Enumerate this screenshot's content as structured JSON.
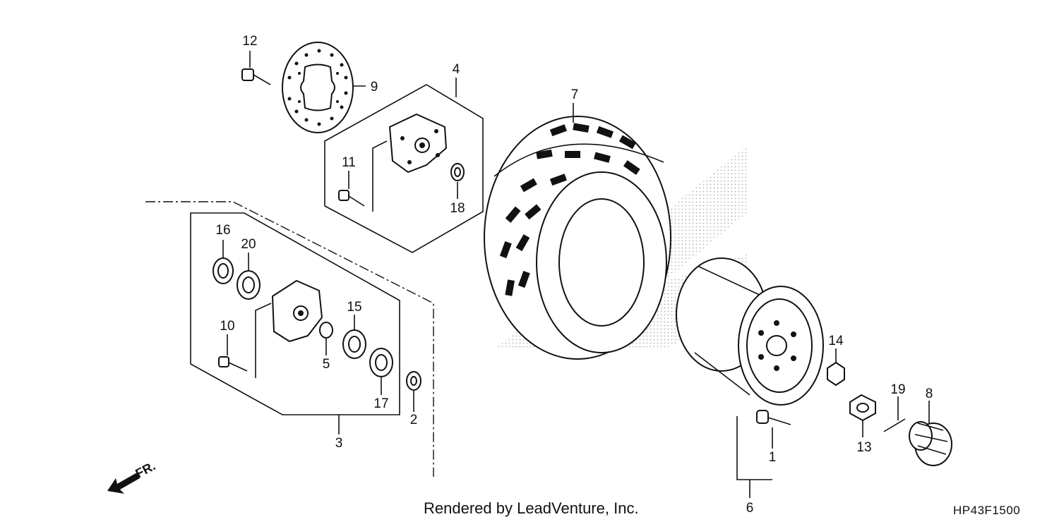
{
  "callouts": {
    "c1": "1",
    "c2": "2",
    "c3": "3",
    "c4": "4",
    "c5": "5",
    "c6": "6",
    "c7": "7",
    "c8": "8",
    "c9": "9",
    "c10": "10",
    "c11": "11",
    "c12": "12",
    "c13": "13",
    "c14": "14",
    "c15": "15",
    "c16": "16",
    "c17": "17",
    "c18": "18",
    "c19": "19",
    "c20": "20"
  },
  "direction_label": "FR.",
  "footer": {
    "credit": "Rendered by LeadVenture, Inc.",
    "code": "HP43F1500"
  }
}
